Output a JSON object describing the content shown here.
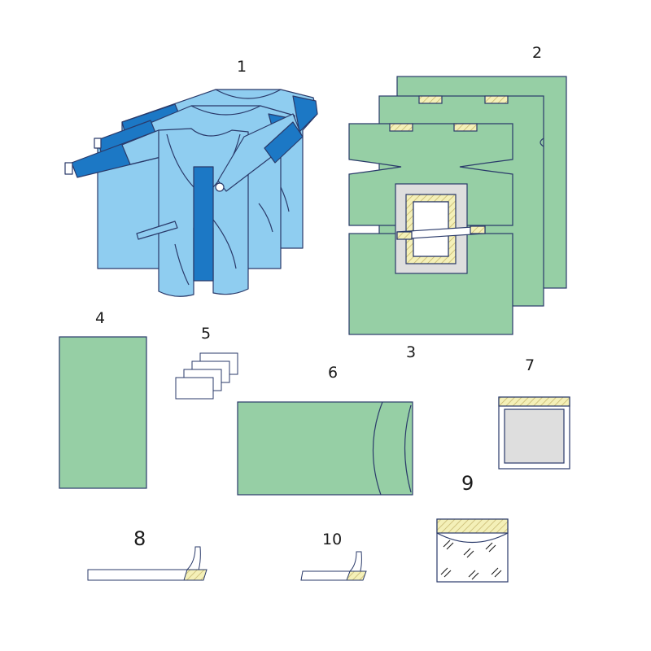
{
  "labels": {
    "gowns": "1",
    "large_drapes": "2",
    "aperture_drape": "3",
    "table_cover": "4",
    "towels": "5",
    "mayo_cover": "6",
    "drape_7": "7",
    "tape_8": "8",
    "pouch_9": "9",
    "tape_10": "10"
  },
  "colors": {
    "drape_green": "#96cfa5",
    "outline_navy": "#2a3a6a",
    "gown_light": "#8fcdf0",
    "gown_dark": "#1c78c5",
    "adhesive_yellow": "#f4f0b8",
    "aperture_grey": "#dedede"
  }
}
